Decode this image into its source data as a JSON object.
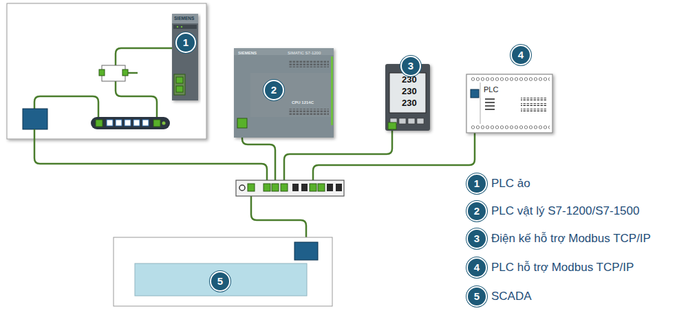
{
  "diagram": {
    "nodes": [
      {
        "text": [
          "SIEMENS"
        ]
      },
      {
        "text": [
          "SIEMENS",
          "SIMATIC S7-1200",
          "CPU 1214C"
        ]
      },
      {
        "text": [
          "230",
          "230",
          "230"
        ]
      },
      {
        "text": [
          "PLC"
        ]
      }
    ],
    "labels": [
      "1",
      "2",
      "3",
      "4",
      "5",
      "1",
      "2",
      "3",
      "4",
      "5"
    ],
    "legend": [
      {
        "text": "PLC ảo"
      },
      {
        "text": "PLC vật lý S7-1200/S7-1500"
      },
      {
        "text": "Điện kế hỗ trợ Modbus TCP/IP"
      },
      {
        "text": "PLC hỗ trợ Modbus TCP/IP"
      },
      {
        "text": "SCADA"
      }
    ]
  }
}
